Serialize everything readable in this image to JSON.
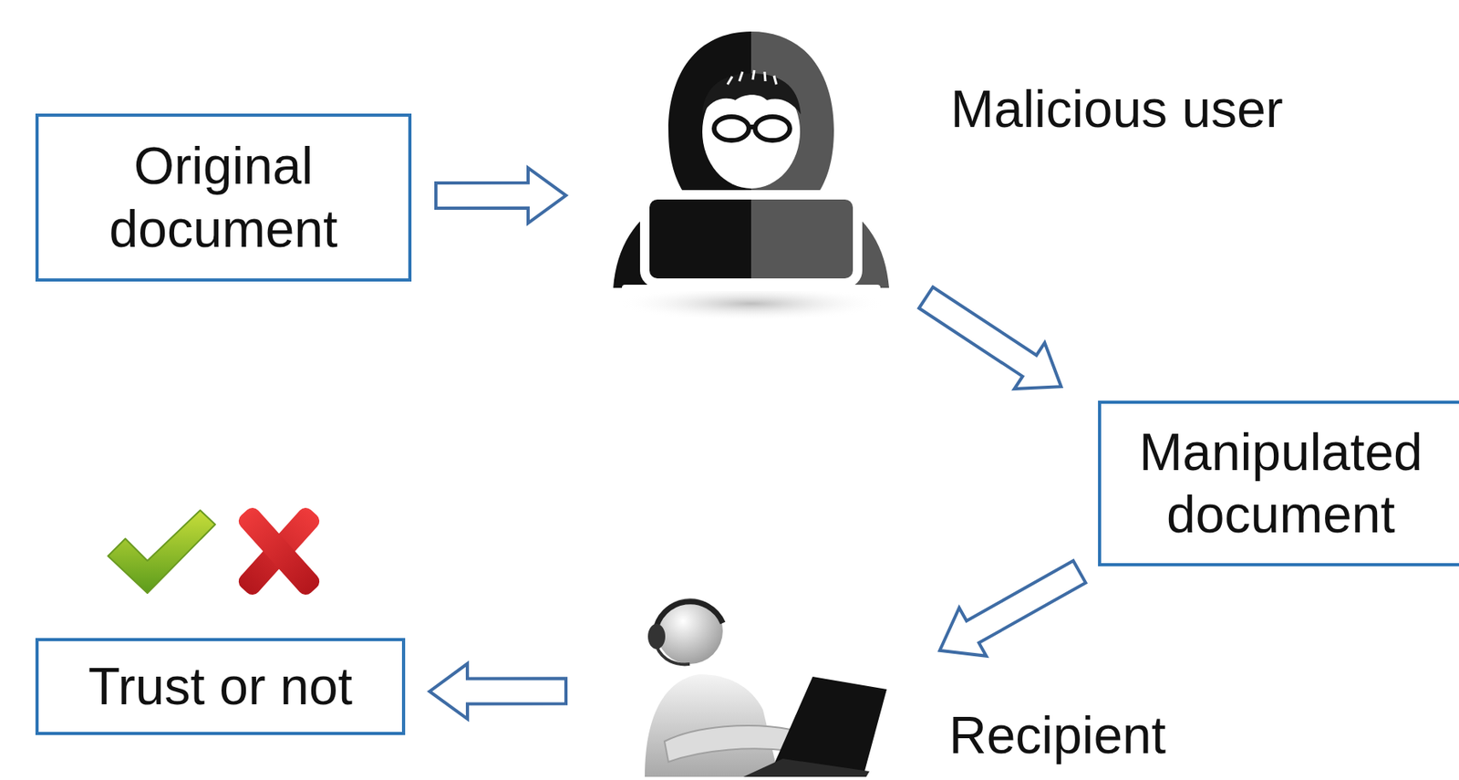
{
  "diagram": {
    "nodes": [
      {
        "text": [
          "Original document"
        ]
      },
      {
        "text": [
          "Malicious user"
        ]
      },
      {
        "text": [
          "Manipulated document"
        ]
      },
      {
        "text": [
          "Recipient"
        ]
      },
      {
        "text": [
          "Trust or not"
        ]
      }
    ],
    "edges": [
      {
        "from": 0,
        "to": 1,
        "arrow": "to"
      },
      {
        "from": 1,
        "to": 2,
        "arrow": "to"
      },
      {
        "from": 2,
        "to": 3,
        "arrow": "to"
      },
      {
        "from": 3,
        "to": 4,
        "arrow": "to"
      }
    ]
  }
}
